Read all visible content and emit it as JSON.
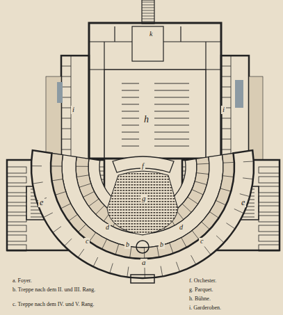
{
  "diagram": {
    "labels": [
      "k",
      "h",
      "i",
      "i",
      "f",
      "g",
      "e",
      "e",
      "d",
      "d",
      "c",
      "c",
      "b",
      "b",
      "a",
      "a. Foyer.",
      "b. Treppe nach dem II. und III. Rang.",
      "c. Treppe nach dem IV. und V. Rang.",
      "f. Orchester.",
      "g. Parquet.",
      "h. Bühne.",
      "i. Garderoben."
    ]
  }
}
